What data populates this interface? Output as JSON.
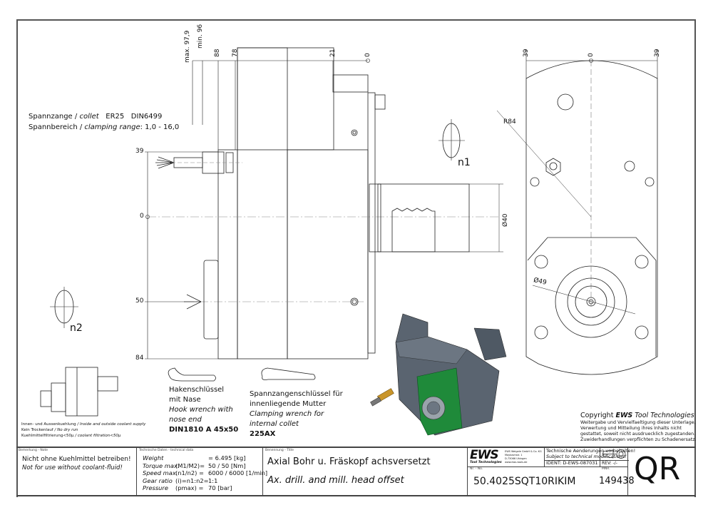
{
  "collet_info": {
    "line1": [
      "Spannzange / ",
      "collet",
      "ER25",
      "DIN6499"
    ],
    "line2": [
      "Spannbereich / ",
      "clamping range",
      ": 1,0 - 16,0"
    ]
  },
  "dimensions": {
    "top": [
      "max. 97,9",
      "min. 96",
      "88",
      "78",
      "21",
      "0"
    ],
    "front_top": [
      "39",
      "0",
      "39"
    ],
    "left": [
      "39",
      "0",
      "50",
      "84"
    ],
    "radius": "R84",
    "diameter_shaft": "Ø40",
    "diameter_flange": "Ø49"
  },
  "rotation_labels": {
    "n1": "n1",
    "n2": "n2"
  },
  "coolant_notes": [
    {
      "de": "Innen- und Aussenkuehlung",
      "en": " / Inside and outside coolant supply"
    },
    {
      "de": "Kein Trockenlauf",
      "en": " / No dry run"
    },
    {
      "de": "Kuehlmittelfiltrierung<50µ",
      "en": " / coolant filtration<50µ"
    }
  ],
  "tools": {
    "hook_wrench": {
      "de1": "Hakenschlüssel",
      "de2": "mit Nase",
      "en1": "Hook wrench with",
      "en2": "nose end",
      "spec": "DIN1810 A 45x50"
    },
    "clamping_wrench": {
      "de1": "Spannzangenschlüssel für",
      "de2": "innenliegende Mutter",
      "en1": "Clamping wrench for",
      "en2": "internal collet",
      "spec": "225AX"
    }
  },
  "copyright": {
    "title_prefix": "Copyright ",
    "title_brand": "EWS",
    "title_suffix": " Tool Technologies",
    "lines": [
      "Weitergabe und Vervielfaeltigung dieser Unterlage,",
      "Verwertung und Mitteilung ihres Inhalts nicht",
      "gestattet, soweit nicht ausdruecklich zugestanden.",
      "Zuwiderhandlungen verpflichten zu Schadenersatz."
    ]
  },
  "title_block": {
    "note_label": "Bemerkung - Note",
    "note_de": "Nicht ohne Kuehlmittel betreiben!",
    "note_en": "Not for use without coolant-fluid!",
    "tech_label": "Technische Daten - technical data",
    "tech_rows": [
      {
        "name": "Weight",
        "sym": "",
        "value": "= 6.495 [kg]"
      },
      {
        "name": "Torque max.",
        "sym": "(M1/M2)=",
        "value": "50 / 50 [Nm]"
      },
      {
        "name": "Speed max.",
        "sym": "(n1/n2) =",
        "value": "6000 / 6000 [1/min]"
      },
      {
        "name": "Gear ratio",
        "sym": "(i)=n1:n2=",
        "value": "1:1"
      },
      {
        "name": "Pressure",
        "sym": "(pmax) =",
        "value": "70 [bar]"
      }
    ],
    "title_label": "Benennung - Title",
    "title_de": "Axial Bohr u. Fräskopf achsversetzt",
    "title_en": "Ax. drill. and mill. head offset",
    "company_logo": "EWS",
    "company_tagline": "Tool Technologies",
    "company_address": [
      "EWS Weigele GmbH & Co. KG",
      "Maybachstr. 1",
      "D-73066 Uhingen",
      "www.ews-tools.de"
    ],
    "changes_de": "Technische Aenderungen vorbehalten!",
    "changes_en": "Subject to technical modifications!",
    "ident": "IDENT:  D-EWS-087031",
    "rev": "REV:  -/-",
    "number_label": "Nr. - No.",
    "number": "50.4025SQT10RIKIM",
    "mnr_label": "MNR.",
    "mnr": "149438",
    "qr_code": "QR"
  },
  "colors": {
    "body_gray": "#5a6470",
    "flange_green": "#1f8a3a",
    "frame": "#555555"
  }
}
